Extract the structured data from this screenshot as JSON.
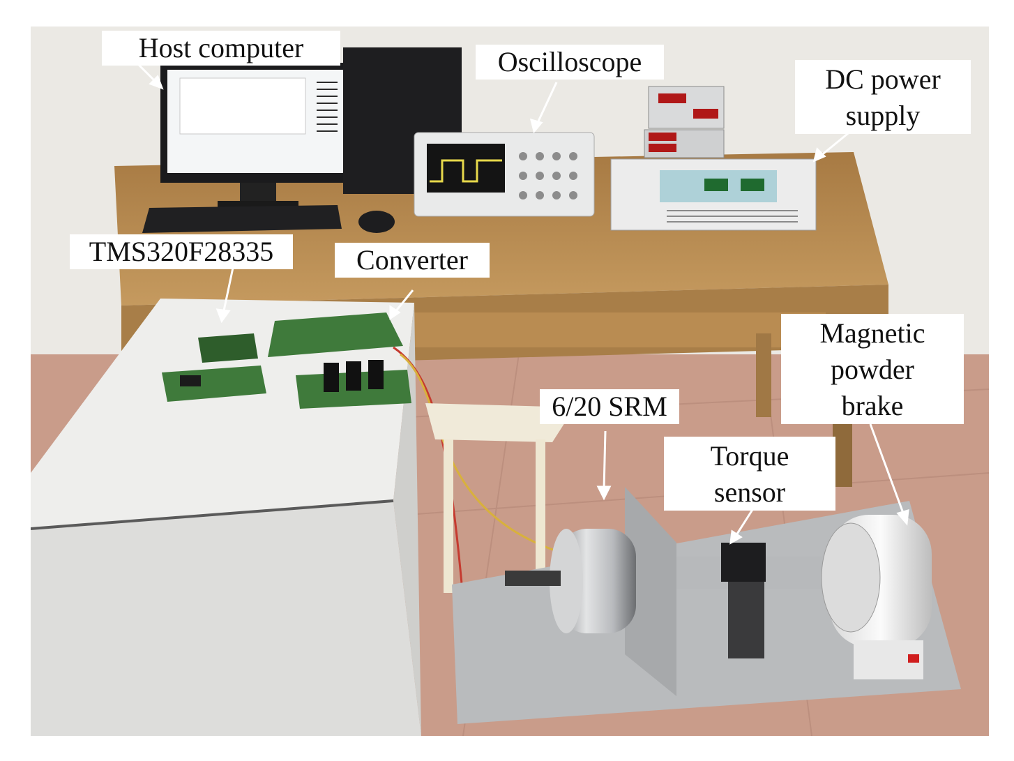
{
  "labels": {
    "host_computer": "Host computer",
    "oscilloscope": "Oscilloscope",
    "dc_power_line1": "DC power",
    "dc_power_line2": "supply",
    "dsp": "TMS320F28335",
    "converter": "Converter",
    "magnetic_line1": "Magnetic",
    "magnetic_line2": "powder",
    "magnetic_line3": "brake",
    "srm": "6/20 SRM",
    "torque_line1": "Torque",
    "torque_line2": "sensor"
  },
  "colors": {
    "wall": "#ebe9e4",
    "desk": "#b88a4e",
    "floor": "#c79a88",
    "bench": "#eeeeec",
    "pcb": "#3f7a3b",
    "arrow": "#ffffff",
    "metal": "#c9cacb"
  }
}
